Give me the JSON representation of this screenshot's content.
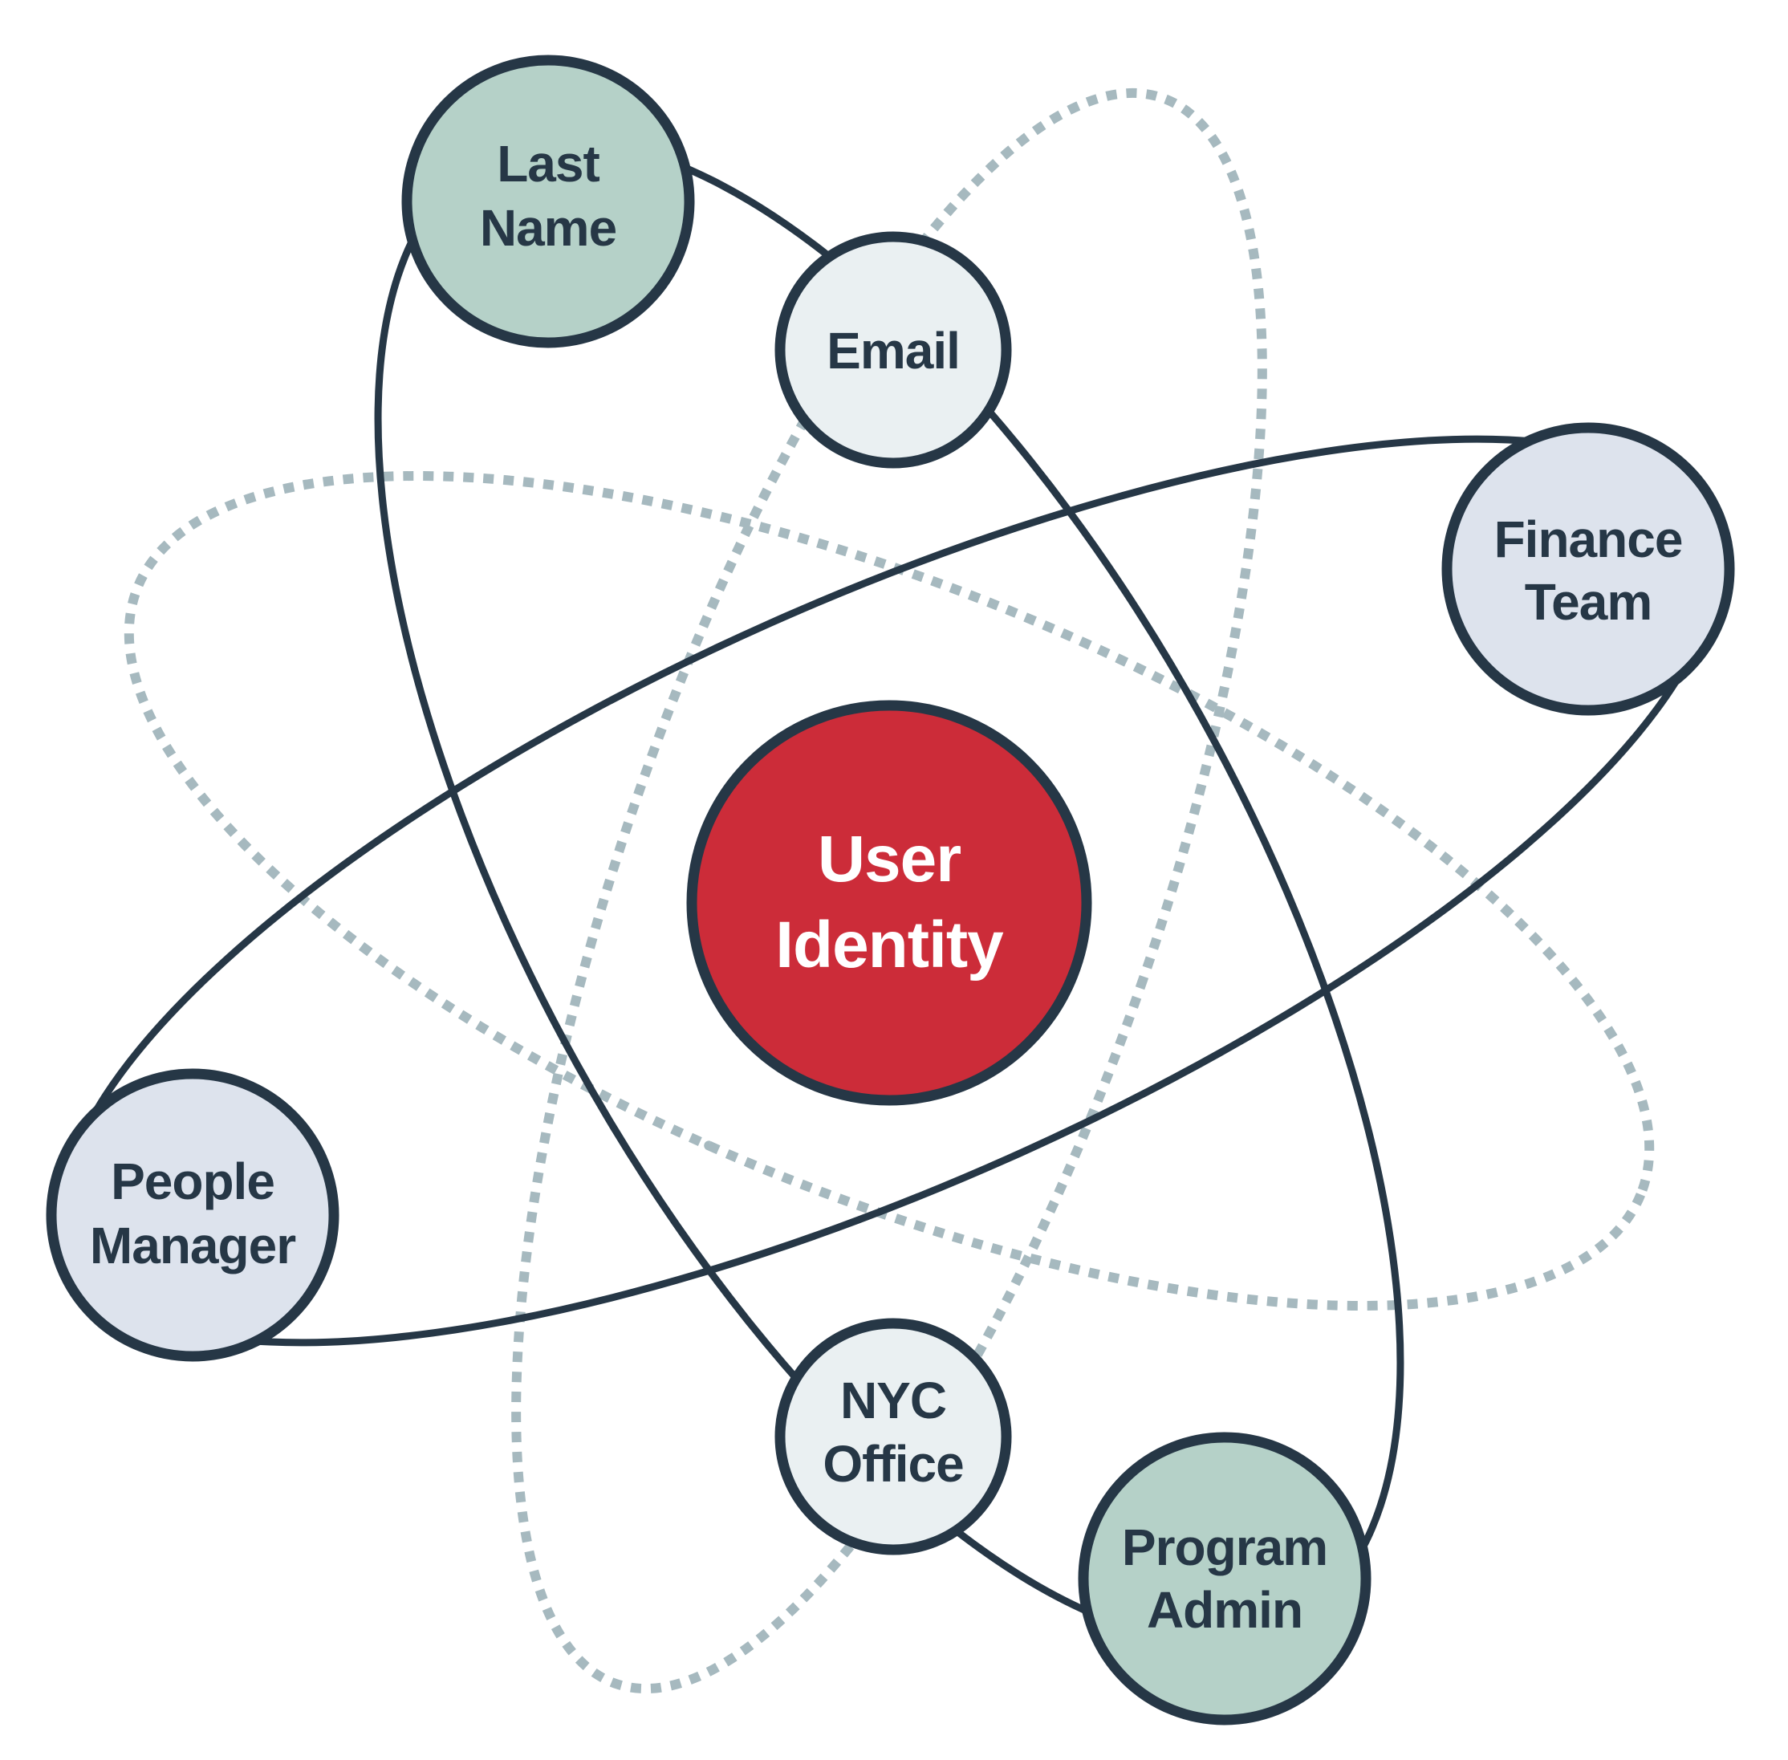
{
  "colors": {
    "outline": "#263746",
    "dotted_orbit": "#a6b9bf",
    "center_fill": "#cc2c39",
    "center_text": "#ffffff",
    "green_fill": "#b5d1c8",
    "light_fill": "#eaf0f2",
    "lavender_fill": "#dde3ed",
    "node_text": "#263746"
  },
  "center": {
    "lines": [
      "User",
      "Identity"
    ]
  },
  "nodes": [
    {
      "id": "last-name",
      "lines": [
        "Last",
        "Name"
      ],
      "fill": "green"
    },
    {
      "id": "email",
      "lines": [
        "Email"
      ],
      "fill": "light"
    },
    {
      "id": "finance-team",
      "lines": [
        "Finance",
        "Team"
      ],
      "fill": "lavender"
    },
    {
      "id": "people-manager",
      "lines": [
        "People",
        "Manager"
      ],
      "fill": "lavender"
    },
    {
      "id": "nyc-office",
      "lines": [
        "NYC",
        "Office"
      ],
      "fill": "light"
    },
    {
      "id": "program-admin",
      "lines": [
        "Program",
        "Admin"
      ],
      "fill": "green"
    }
  ]
}
